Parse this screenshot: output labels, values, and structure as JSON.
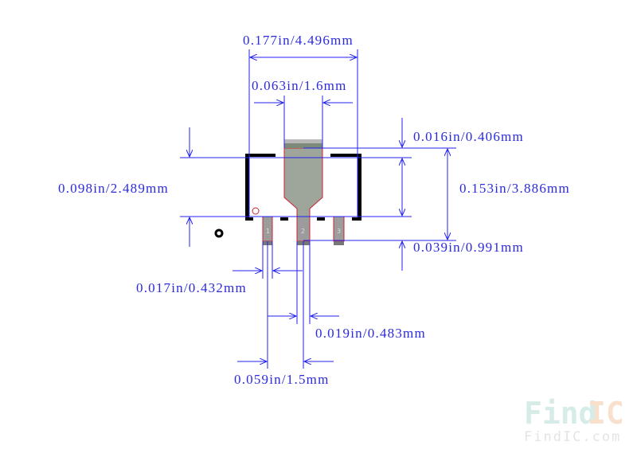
{
  "dimensions": {
    "overall_width": "0.177in/4.496mm",
    "tab_width": "0.063in/1.6mm",
    "tab_overhang": "0.016in/0.406mm",
    "body_height": "0.098in/2.489mm",
    "overall_height": "0.153in/3.886mm",
    "pin_length": "0.039in/0.991mm",
    "pin_width": "0.017in/0.432mm",
    "center_pin_width": "0.019in/0.483mm",
    "pin_pitch": "0.059in/1.5mm"
  },
  "pins": [
    "1",
    "2",
    "3"
  ],
  "watermark": {
    "logo_find": "Find",
    "logo_ic": "IC",
    "url": "FindIC.com"
  },
  "colors": {
    "dimension": "#2222ee",
    "pad": "#9ea69c",
    "outline": "#cc2233",
    "silkscreen": "#000000"
  }
}
